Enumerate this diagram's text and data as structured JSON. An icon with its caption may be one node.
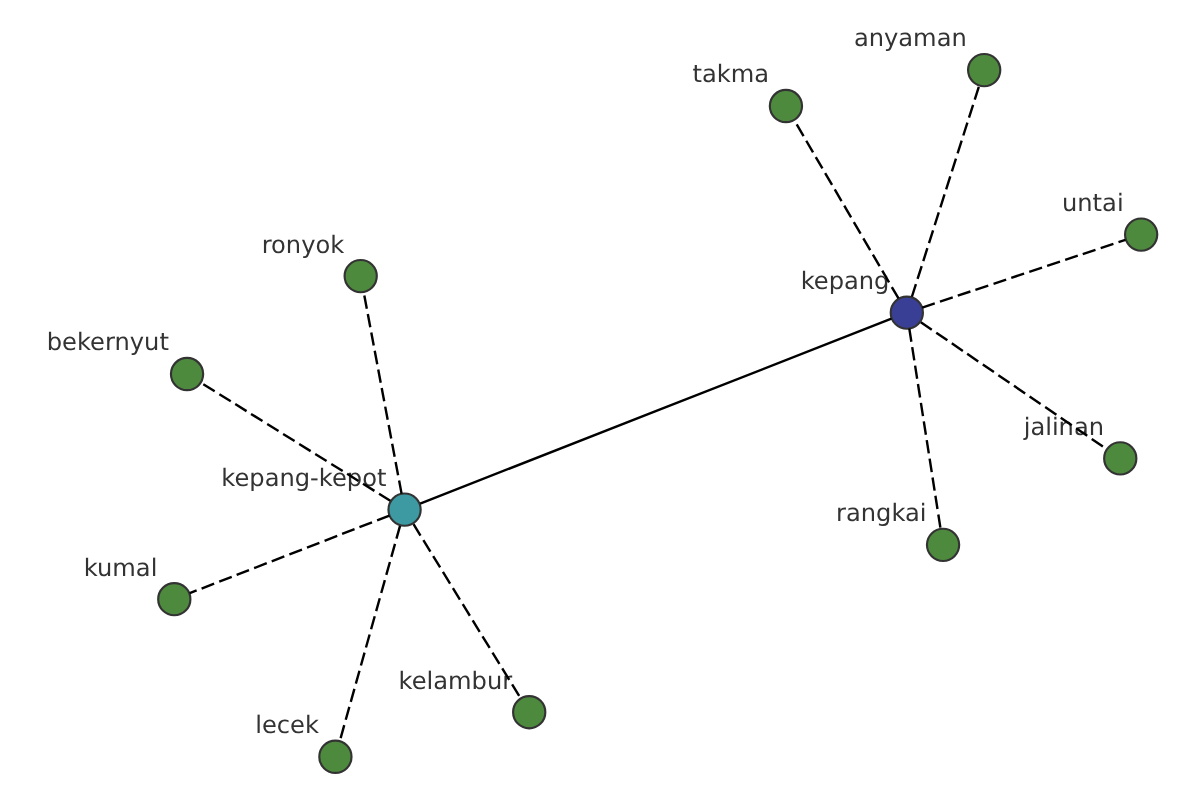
{
  "diagram": {
    "nodes": [
      {
        "text": [
          "kelambur"
        ]
      },
      {
        "text": [
          "bekernyut"
        ]
      },
      {
        "text": [
          "kepang-kepot"
        ]
      },
      {
        "text": [
          "kumal"
        ]
      },
      {
        "text": [
          "takma"
        ]
      },
      {
        "text": [
          "ronyok"
        ]
      },
      {
        "text": [
          "lecek"
        ]
      },
      {
        "text": [
          "kepang"
        ]
      },
      {
        "text": [
          "untai"
        ]
      },
      {
        "text": [
          "anyaman"
        ]
      },
      {
        "text": [
          "rangkai"
        ]
      },
      {
        "text": [
          "jalinan"
        ]
      }
    ],
    "edges": [
      {
        "from": 2,
        "to": 0,
        "arrow": "none",
        "style": "dashed"
      },
      {
        "from": 2,
        "to": 1,
        "arrow": "none",
        "style": "dashed"
      },
      {
        "from": 2,
        "to": 3,
        "arrow": "none",
        "style": "dashed"
      },
      {
        "from": 2,
        "to": 5,
        "arrow": "none",
        "style": "dashed"
      },
      {
        "from": 2,
        "to": 6,
        "arrow": "none",
        "style": "dashed"
      },
      {
        "from": 2,
        "to": 7,
        "arrow": "none"
      },
      {
        "from": 7,
        "to": 4,
        "arrow": "none",
        "style": "dashed"
      },
      {
        "from": 7,
        "to": 8,
        "arrow": "none",
        "style": "dashed"
      },
      {
        "from": 7,
        "to": 9,
        "arrow": "none",
        "style": "dashed"
      },
      {
        "from": 7,
        "to": 10,
        "arrow": "none",
        "style": "dashed"
      },
      {
        "from": 7,
        "to": 11,
        "arrow": "none",
        "style": "dashed"
      }
    ]
  }
}
